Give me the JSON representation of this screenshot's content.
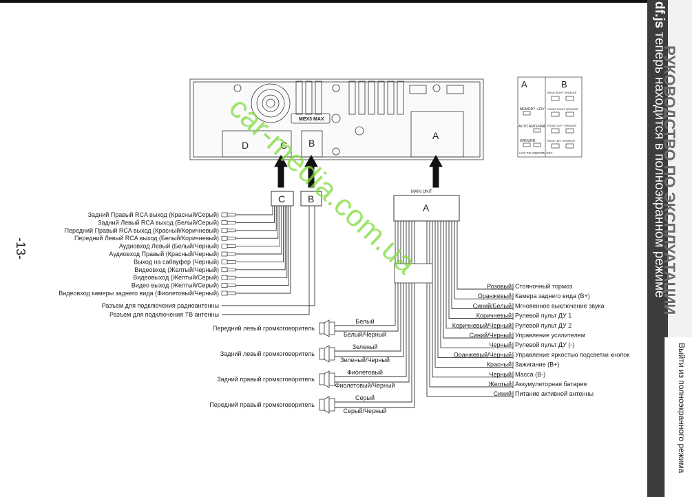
{
  "page_number": "-13-",
  "unit": {
    "brand_label": "MEX3 MAX",
    "connector_d": "D",
    "connector_c": "C",
    "connector_b": "B",
    "connector_a": "A"
  },
  "plugs": {
    "c": "C",
    "b": "B",
    "a": "A",
    "main_unit": "MAIN UNIT"
  },
  "iso": {
    "header_a": "A",
    "header_b": "B",
    "memory": "MEMORY +12V",
    "auto_antenna": "AUTO ANTENNA",
    "ground": "GROUND",
    "ignition": "+12V TO IGNITION KEY",
    "rear_right": "REAR RIGHT SPEAKER",
    "front_right": "FRONT RIGHT SPEAKER",
    "front_left": "FRONT LEFT SPEAKER",
    "rear_left": "REAR LEFT SPEAKER"
  },
  "rca_labels": [
    "Задний Правый RCA выход (Красный/Серый)",
    "Задний Левый RCA выход (Белый/Серый)",
    "Передний Правый RCA выход (Красный/Коричневый)",
    "Передний Левый RCA выход (Белый/Коричневый)",
    "Аудиовход Левый (Белый/Черный)",
    "Аудиовход Правый (Красный/Черный)",
    "Выход на сабвуфер (Черный)",
    "Видеовход (Желтый/Черный)",
    "Видеовыход (Желтый/Серый)",
    "Видео  выход (Желтый/Серый)",
    "Видеовход камеры заднего вида (Фиолетовый/Черный)"
  ],
  "antenna_labels": [
    "Разъем для подключения радиоантенны",
    "Разъем для подключения  ТВ антенны"
  ],
  "speakers": [
    {
      "name": "Передний левый громкоговоритель",
      "wire1": "Белый",
      "wire2": "Белый/Черный"
    },
    {
      "name": "Задний левый громкоговоритель",
      "wire1": "Зеленый",
      "wire2": "Зеленый/Черный"
    },
    {
      "name": "Задний правый громкоговоритель",
      "wire1": "Фиолетовый",
      "wire2": "Фиолетовый/Черный"
    },
    {
      "name": "Передний правый громкоговоритель",
      "wire1": "Серый",
      "wire2": "Серый/Черный"
    }
  ],
  "main_wires": [
    {
      "color": "Розовый",
      "function": "Стояночный тормоз"
    },
    {
      "color": "Оранжевый",
      "function": "Камера заднего вида (В+)"
    },
    {
      "color": "Синий/Белый",
      "function": "Мгновенное выключение звука"
    },
    {
      "color": "Коричневый",
      "function": "Рулевой пульт ДУ 1"
    },
    {
      "color": "Коричневый/Черный",
      "function": "Рулевой пульт ДУ  2"
    },
    {
      "color": "Синий/Черный",
      "function": "Управление усилителем"
    },
    {
      "color": "Черный",
      "function": "Рулевой пульт ДУ (-)"
    },
    {
      "color": "Оранжевый/Черный",
      "function": "Управление яркостью подсветки кнопок"
    },
    {
      "color": "Красный",
      "function": "Зажигание (В+)"
    },
    {
      "color": "Черный",
      "function": "Масса (В-)"
    },
    {
      "color": "Желтый",
      "function": "Аккумуляторная батарея"
    },
    {
      "color": "Синий",
      "function": "Питание активной антенны"
    }
  ],
  "watermark": "car-media.com.ua",
  "sidebar": {
    "title_prefix": "df.js",
    "title_rest": " теперь находится в полноэкранном режиме",
    "bg_text": "РУКОВОДСТВО ПО ЭКСПЛУАТАЦИИ",
    "exit_label": "Выйти из полноэкранного режима"
  },
  "colors": {
    "watermark": "#7fdc3a",
    "sidebar_dark": "#3d3d3d"
  }
}
